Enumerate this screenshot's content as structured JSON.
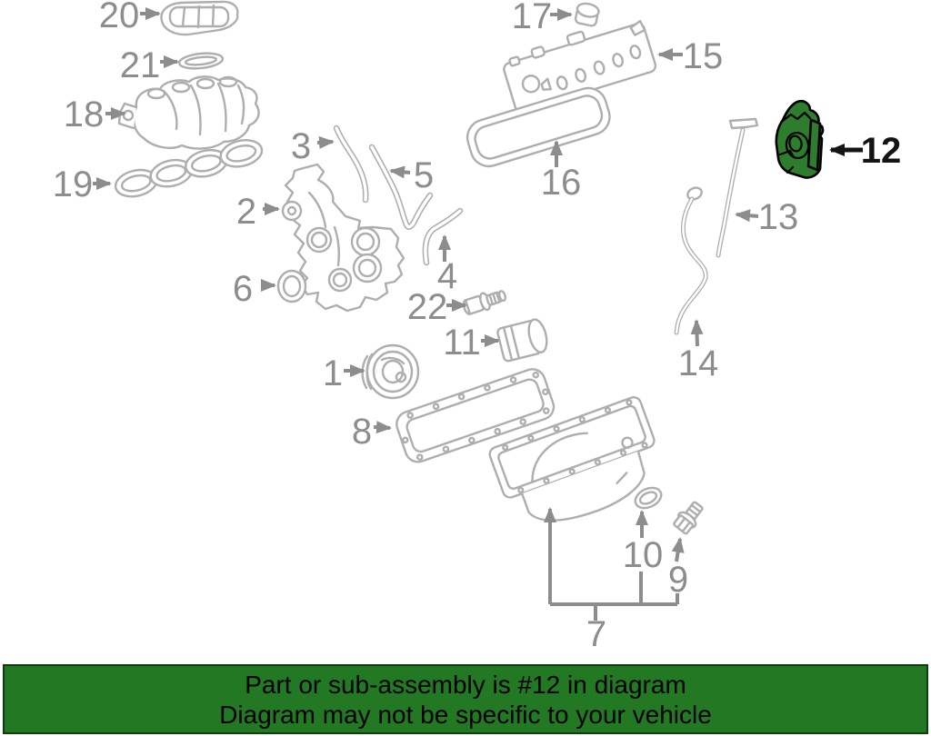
{
  "banner": {
    "line1": "Part or sub-assembly is #12 in diagram",
    "line2": "Diagram may not be specific to your vehicle"
  },
  "colors": {
    "line": "#aeaeae",
    "label": "#8d8d8d",
    "black": "#141414",
    "highlight": "#2e7d2e",
    "highlight_outline": "#000000",
    "banner_bg": "#237823",
    "banner_border": "#0f3d0f",
    "banner_text": "#000000"
  },
  "highlighted_callout": "12",
  "callouts": {
    "c1": {
      "label": "1"
    },
    "c2": {
      "label": "2"
    },
    "c3": {
      "label": "3"
    },
    "c4": {
      "label": "4"
    },
    "c5": {
      "label": "5"
    },
    "c6": {
      "label": "6"
    },
    "c7": {
      "label": "7"
    },
    "c8": {
      "label": "8"
    },
    "c9": {
      "label": "9"
    },
    "c10": {
      "label": "10"
    },
    "c11": {
      "label": "11"
    },
    "c12": {
      "label": "12"
    },
    "c13": {
      "label": "13"
    },
    "c14": {
      "label": "14"
    },
    "c15": {
      "label": "15"
    },
    "c16": {
      "label": "16"
    },
    "c17": {
      "label": "17"
    },
    "c18": {
      "label": "18"
    },
    "c19": {
      "label": "19"
    },
    "c20": {
      "label": "20"
    },
    "c21": {
      "label": "21"
    },
    "c22": {
      "label": "22"
    }
  }
}
